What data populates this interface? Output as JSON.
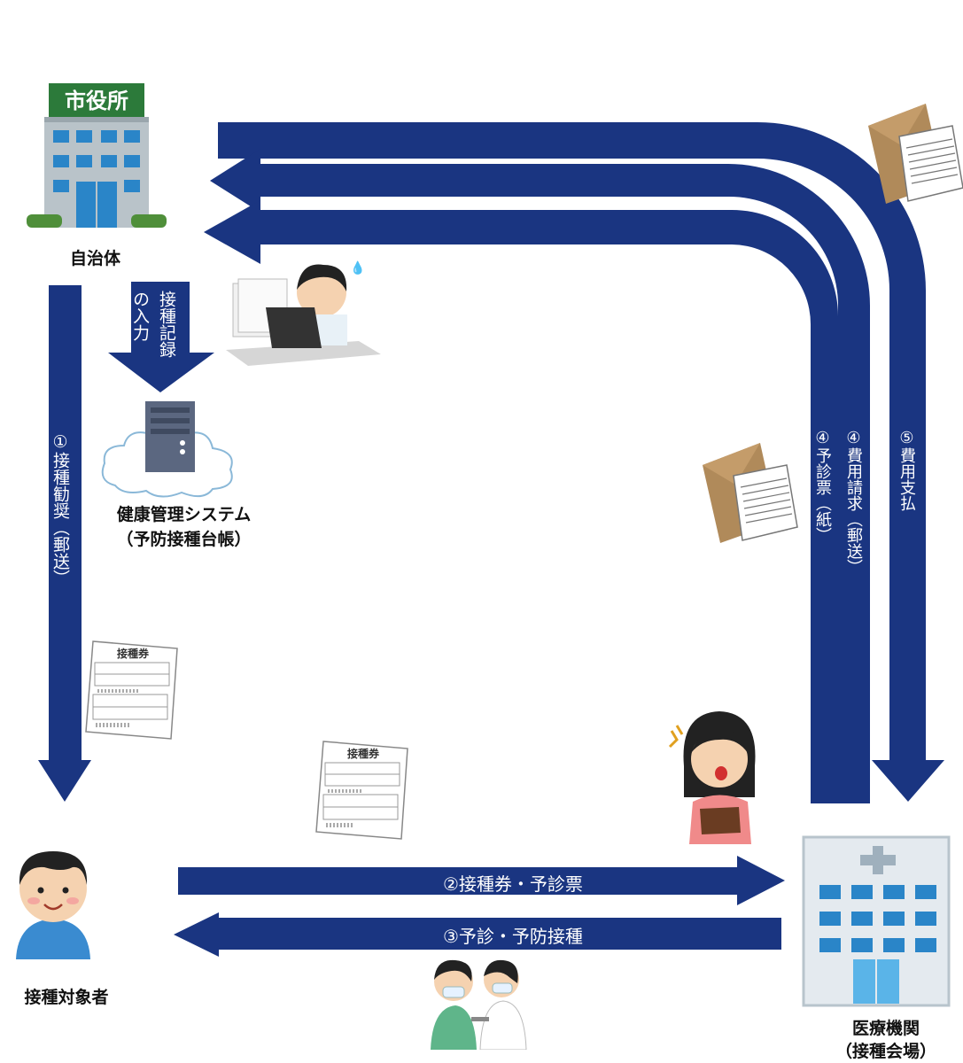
{
  "entities": {
    "municipality": "自治体",
    "health_system_line1": "健康管理システム",
    "health_system_line2": "（予防接種台帳）",
    "vaccinee": "接種対象者",
    "medical_line1": "医療機関",
    "medical_line2": "（接種会場）"
  },
  "building_sign": "市役所",
  "ticket_title": "接種券",
  "arrows": {
    "record_input_col1": "接種記録",
    "record_input_col2": "の入力",
    "recommend": "①接種勧奨（郵送）",
    "ticket_form": "②接種券・予診票",
    "exam_vaccination": "③予診・予防接種",
    "form_paper": "④予診票（紙）",
    "cost_claim": "④費用請求（郵送）",
    "payment": "⑤費用支払"
  },
  "colors": {
    "arrow": "#1a3581",
    "building_blue": "#2a85c8",
    "envelope": "#b08a5a"
  }
}
